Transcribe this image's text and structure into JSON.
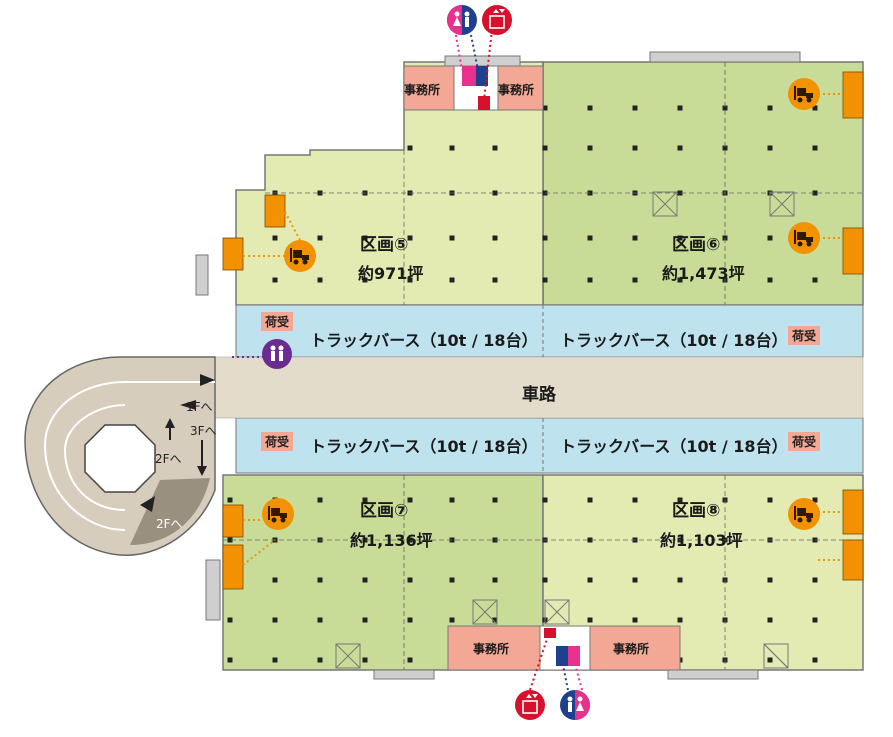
{
  "zones": [
    {
      "name": "区画⑤",
      "area": "約971坪"
    },
    {
      "name": "区画⑥",
      "area": "約1,473坪"
    },
    {
      "name": "区画⑦",
      "area": "約1,136坪"
    },
    {
      "name": "区画⑧",
      "area": "約1,103坪"
    }
  ],
  "truck_berth_label": "トラックバース（10t / 18台）",
  "receiving_label": "荷受",
  "road_label": "車路",
  "office_label": "事務所",
  "ramp_labels": {
    "to_1f": "1Fへ",
    "to_2f": "2Fへ",
    "to_3f": "3Fへ",
    "to_2f_bottom": "2Fへ"
  },
  "icons": [
    "restroom-icon",
    "elevator-icon",
    "forklift-icon"
  ],
  "colors": {
    "zone_light": "#e3ebb3",
    "zone_green": "#c8dc97",
    "berth": "#bfe3ee",
    "road": "#e3dccb",
    "office": "#f2a894",
    "receiving": "#f2a894",
    "forklift": "#f39200",
    "restroom_blue": "#1f3f8f",
    "restroom_pink": "#e8318c",
    "elevator_red": "#d7102b",
    "purple": "#6b2c91",
    "ramp": "#d6cdbd"
  }
}
